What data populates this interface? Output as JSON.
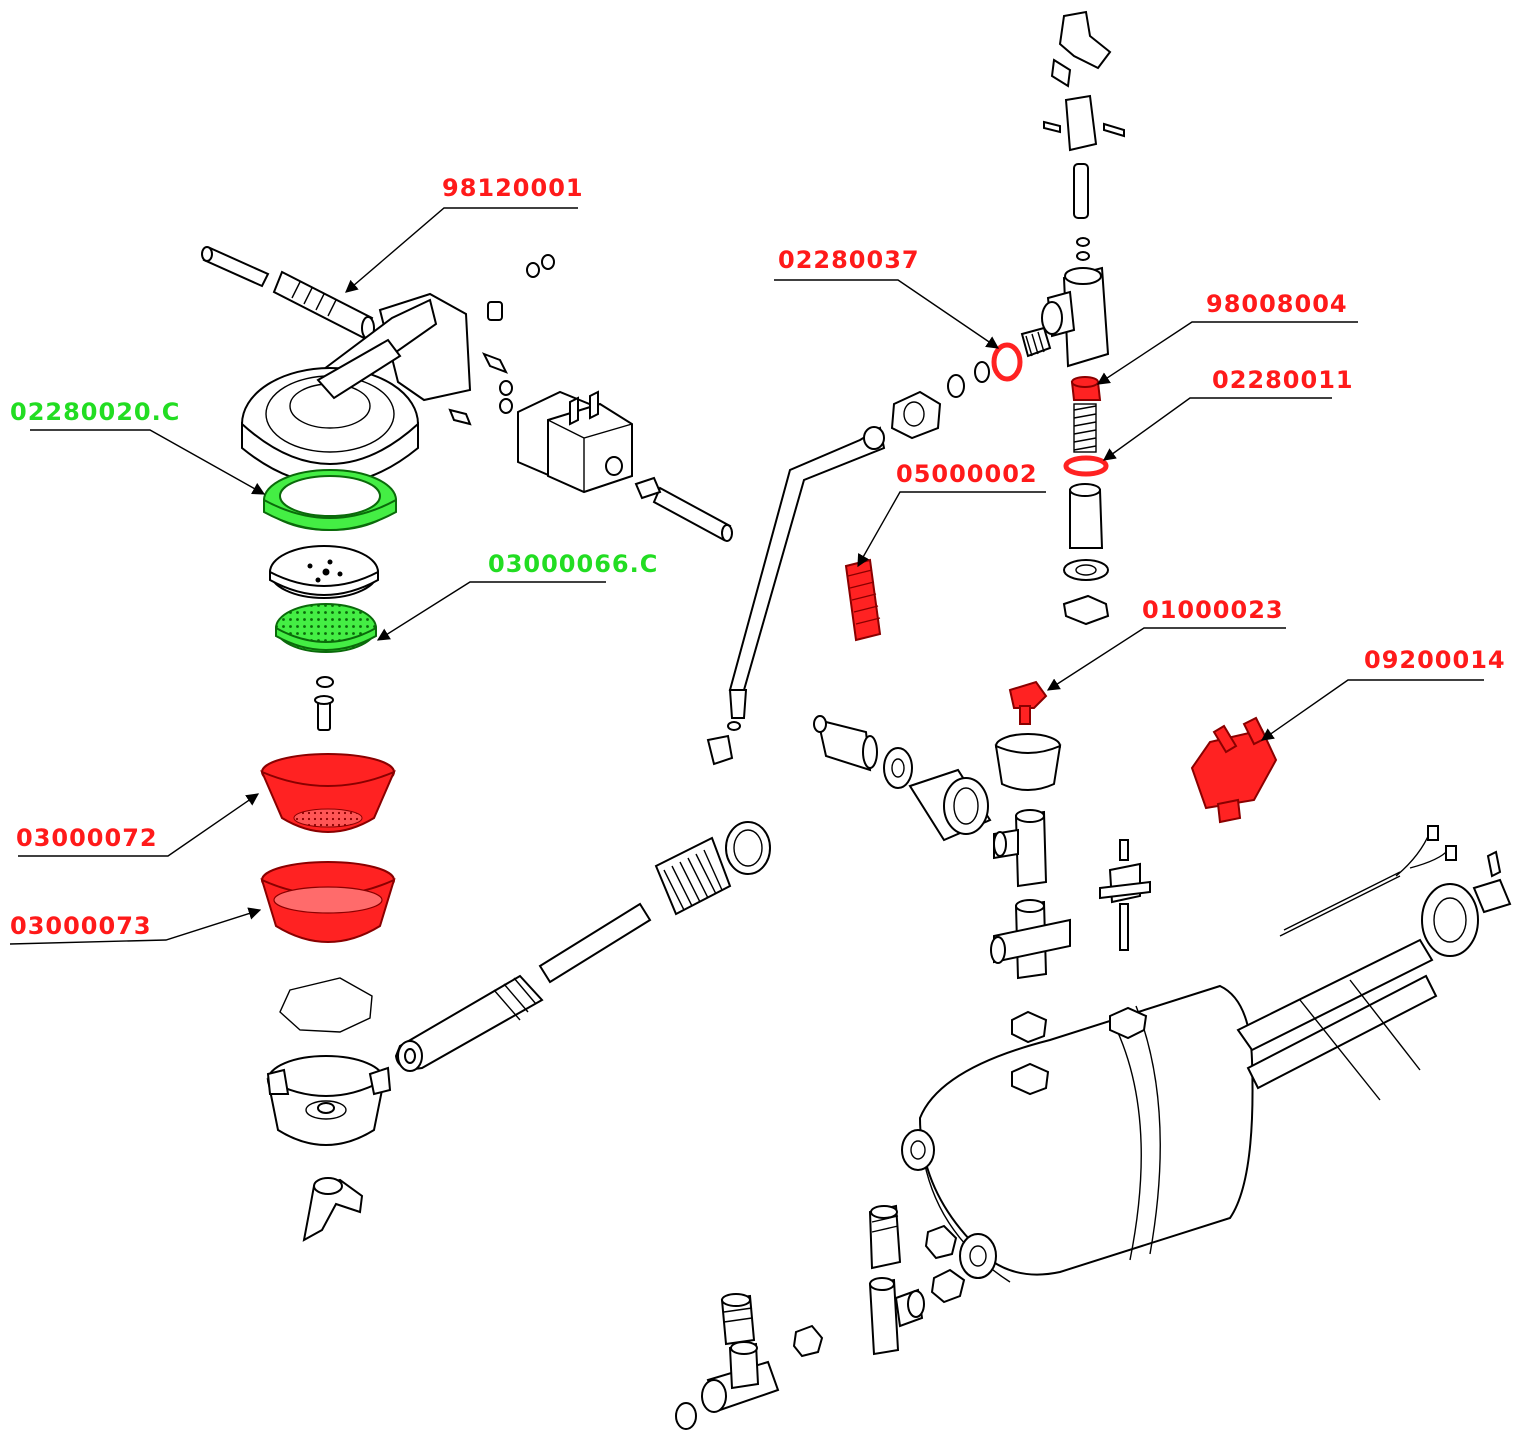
{
  "diagram": {
    "colors": {
      "highlight_red": "#ff2222",
      "highlight_green": "#22dd22",
      "line": "#000000"
    },
    "labels": [
      {
        "id": "98120001",
        "text": "98120001",
        "color": "red"
      },
      {
        "id": "02280020C",
        "text": "02280020.C",
        "color": "green"
      },
      {
        "id": "03000066C",
        "text": "03000066.C",
        "color": "green"
      },
      {
        "id": "03000072",
        "text": "03000072",
        "color": "red"
      },
      {
        "id": "03000073",
        "text": "03000073",
        "color": "red"
      },
      {
        "id": "02280037",
        "text": "02280037",
        "color": "red"
      },
      {
        "id": "98008004",
        "text": "98008004",
        "color": "red"
      },
      {
        "id": "02280011",
        "text": "02280011",
        "color": "red"
      },
      {
        "id": "05000002",
        "text": "05000002",
        "color": "red"
      },
      {
        "id": "01000023",
        "text": "01000023",
        "color": "red"
      },
      {
        "id": "09200014",
        "text": "09200014",
        "color": "red"
      }
    ]
  }
}
